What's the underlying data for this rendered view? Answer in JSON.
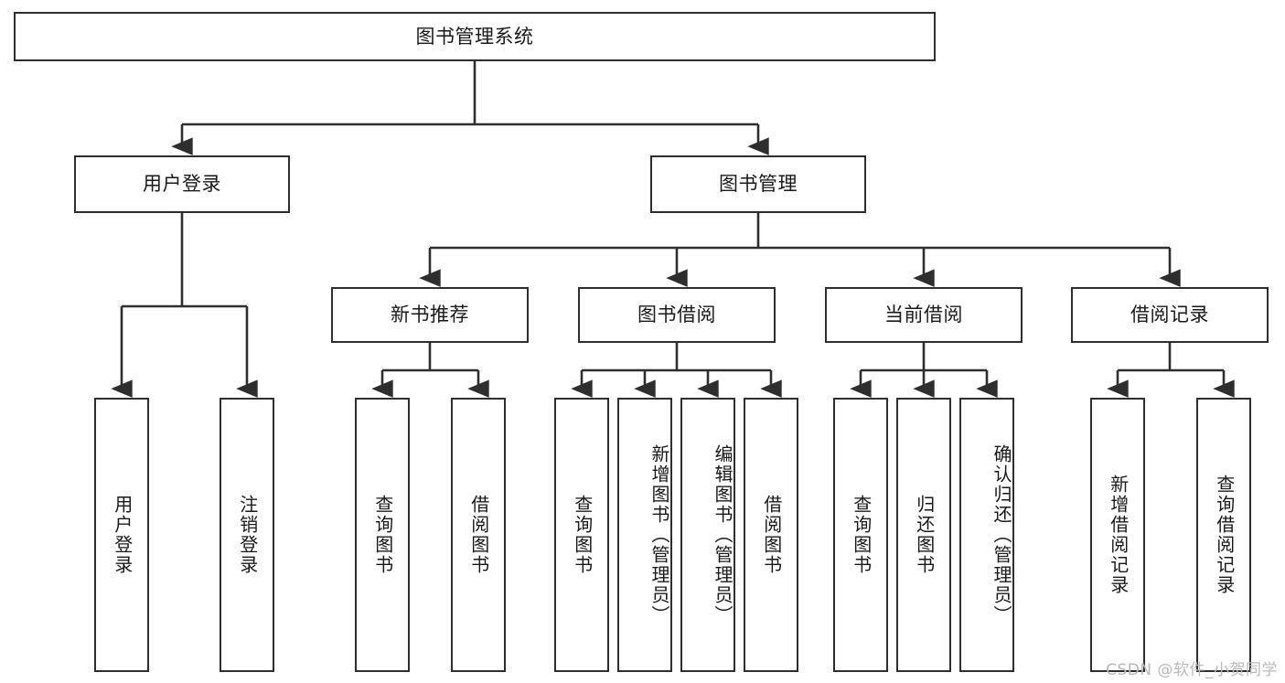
{
  "diagram": {
    "title": "图书管理系统",
    "type": "tree",
    "watermark": "CSDN @软件_小贺同学",
    "colors": {
      "stroke": "#2e2e2e",
      "fill": "#ffffff",
      "text": "#1a1a1a",
      "watermark": "#b9b9b9"
    },
    "root": {
      "label": "图书管理系统"
    },
    "level2": [
      {
        "label": "用户登录"
      },
      {
        "label": "图书管理"
      }
    ],
    "level3": [
      {
        "label": "新书推荐"
      },
      {
        "label": "图书借阅"
      },
      {
        "label": "当前借阅"
      },
      {
        "label": "借阅记录"
      }
    ],
    "leaves": {
      "user_login": [
        {
          "label": "用户登录"
        },
        {
          "label": "注销登录"
        }
      ],
      "new_book": [
        {
          "label": "查询图书"
        },
        {
          "label": "借阅图书"
        }
      ],
      "book_borrow": [
        {
          "label": "查询图书"
        },
        {
          "label": "新增图书（管理员）"
        },
        {
          "label": "编辑图书（管理员）"
        },
        {
          "label": "借阅图书"
        }
      ],
      "current_borrow": [
        {
          "label": "查询图书"
        },
        {
          "label": "归还图书"
        },
        {
          "label": "确认归还（管理员）"
        }
      ],
      "borrow_record": [
        {
          "label": "新增借阅记录"
        },
        {
          "label": "查询借阅记录"
        }
      ]
    }
  }
}
